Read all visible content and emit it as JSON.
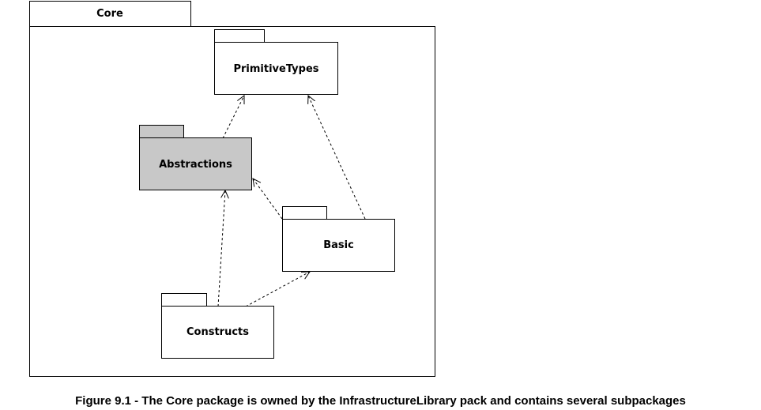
{
  "diagram": {
    "container": {
      "name": "Core"
    },
    "packages": {
      "primitive_types": {
        "name": "PrimitiveTypes"
      },
      "abstractions": {
        "name": "Abstractions"
      },
      "basic": {
        "name": "Basic"
      },
      "constructs": {
        "name": "Constructs"
      }
    },
    "dependencies": [
      {
        "from": "Abstractions",
        "to": "PrimitiveTypes"
      },
      {
        "from": "Basic",
        "to": "PrimitiveTypes"
      },
      {
        "from": "Basic",
        "to": "Abstractions"
      },
      {
        "from": "Constructs",
        "to": "Abstractions"
      },
      {
        "from": "Constructs",
        "to": "Basic"
      }
    ]
  },
  "colors": {
    "abstractions_fill": "#c8c8c8",
    "package_fill": "#ffffff",
    "stroke": "#000000"
  },
  "caption": "Figure 9.1 - The Core package is owned by the InfrastructureLibrary pack and contains several subpackages"
}
